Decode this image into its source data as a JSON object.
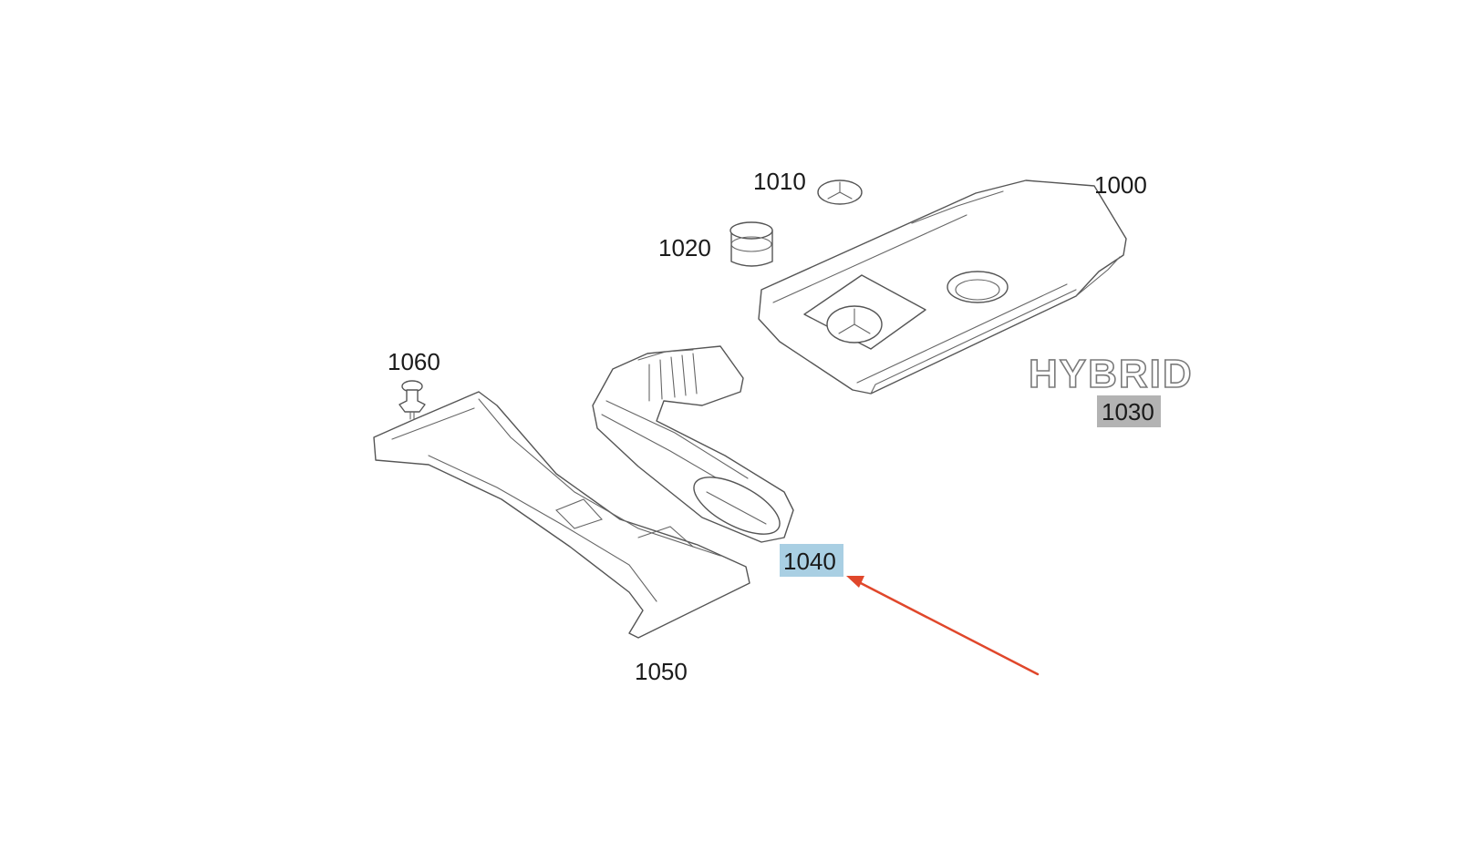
{
  "colors": {
    "highlight_selected": "#a9cfe3",
    "highlight_grey": "#b3b3b3",
    "arrow": "#e0472b",
    "line_art": "#555555"
  },
  "parts": [
    {
      "id": "p1000",
      "label": "1000",
      "name": "engine-cover"
    },
    {
      "id": "p1010",
      "label": "1010",
      "name": "star-emblem"
    },
    {
      "id": "p1020",
      "label": "1020",
      "name": "cap"
    },
    {
      "id": "p1030",
      "label": "1030",
      "name": "hybrid-badge"
    },
    {
      "id": "p1040",
      "label": "1040",
      "name": "air-intake-duct"
    },
    {
      "id": "p1050",
      "label": "1050",
      "name": "bracket-panel"
    },
    {
      "id": "p1060",
      "label": "1060",
      "name": "push-clip"
    }
  ],
  "badge_text": "HYBRID",
  "selected_part": "1040"
}
